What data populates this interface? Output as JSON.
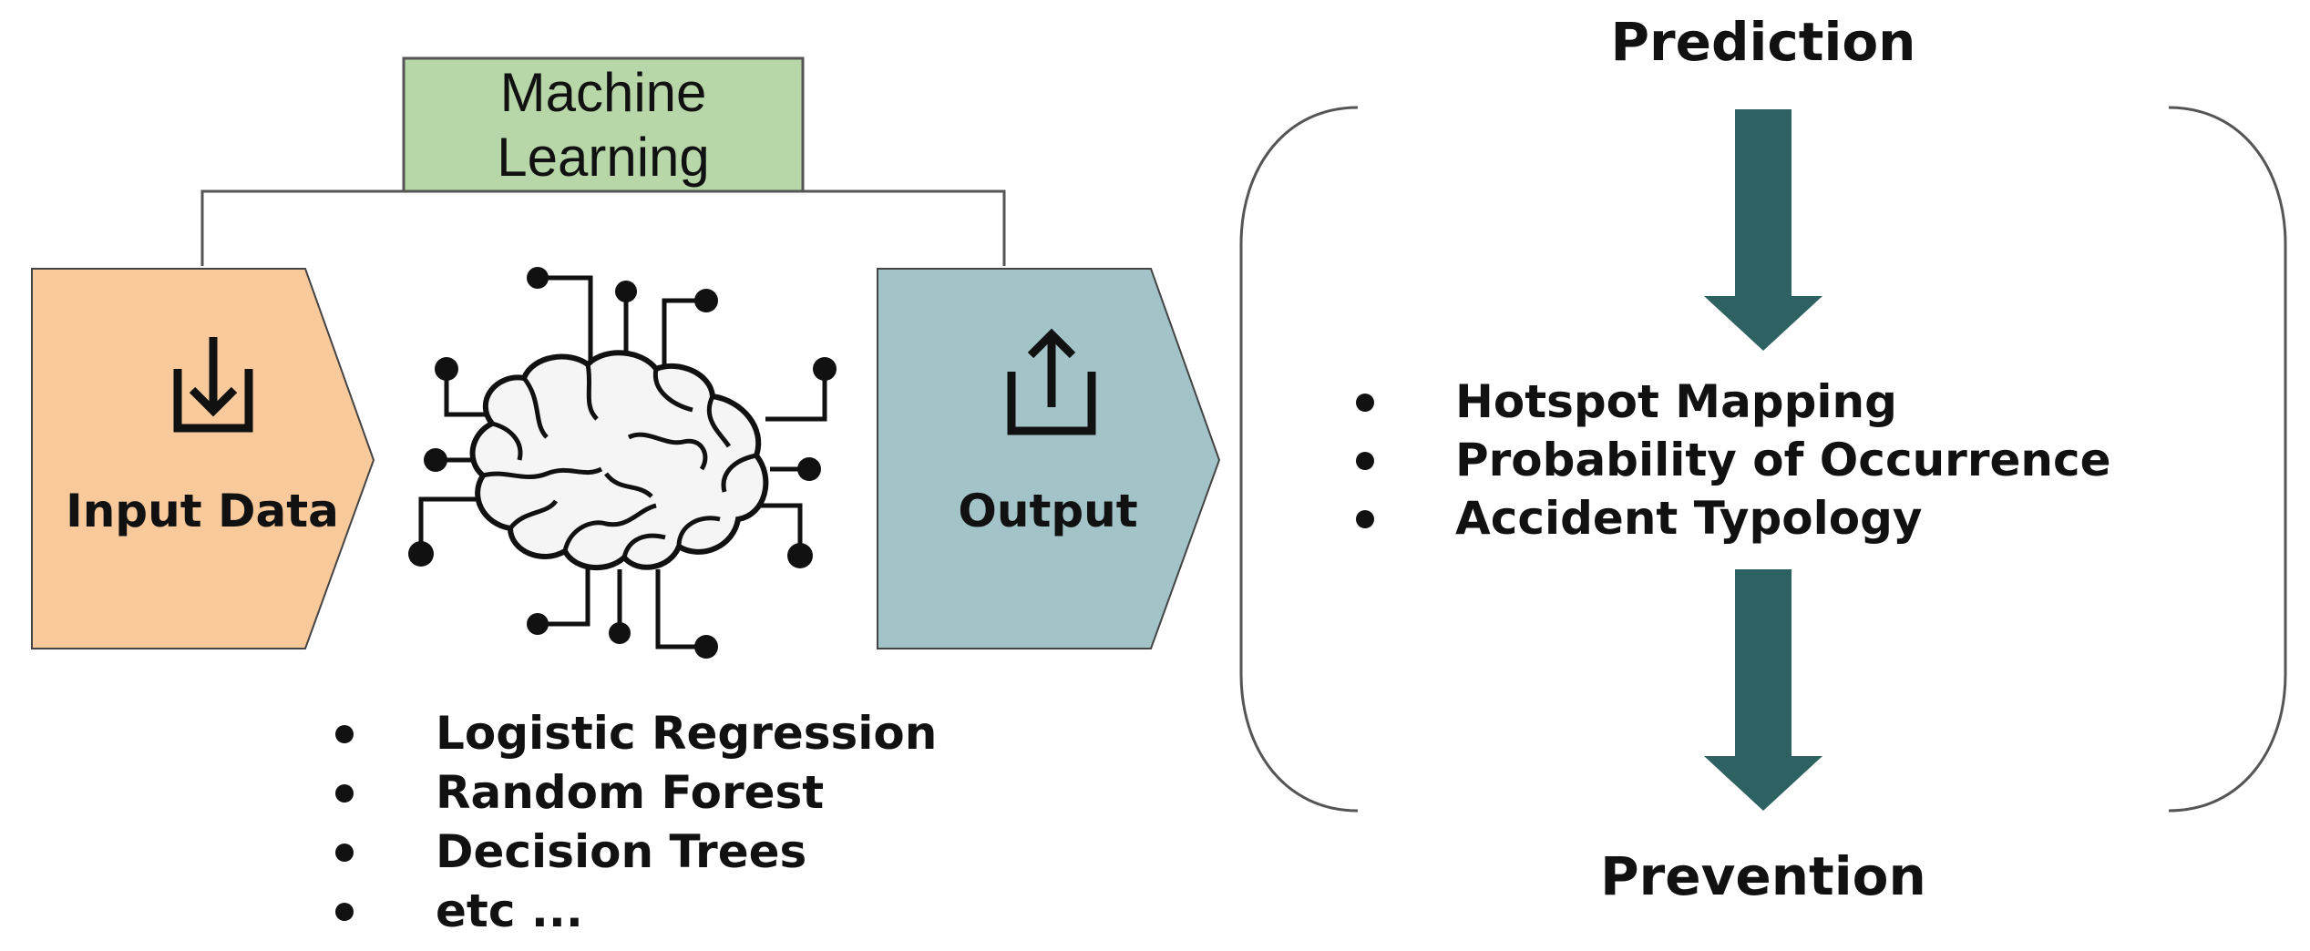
{
  "diagram": {
    "machine_learning_label_line1": "Machine",
    "machine_learning_label_line2": "Learning",
    "input_label": "Input Data",
    "output_label": "Output",
    "methods": [
      "Logistic Regression",
      "Random Forest",
      "Decision Trees",
      "etc ..."
    ],
    "prediction_label": "Prediction",
    "prevention_label": "Prevention",
    "outcomes": [
      "Hotspot Mapping",
      "Probability of Occurrence",
      "Accident Typology"
    ]
  },
  "icons": {
    "input": "download-icon",
    "output": "upload-share-icon",
    "model": "ai-brain-circuit-icon",
    "flow": "down-arrow-icon"
  },
  "colors": {
    "machine_learning_box": "#b7d7a8",
    "input_box": "#f8c99b",
    "output_box": "#a2c4c9",
    "arrow": "#2e6161",
    "connector": "#555555",
    "text": "#111111"
  }
}
